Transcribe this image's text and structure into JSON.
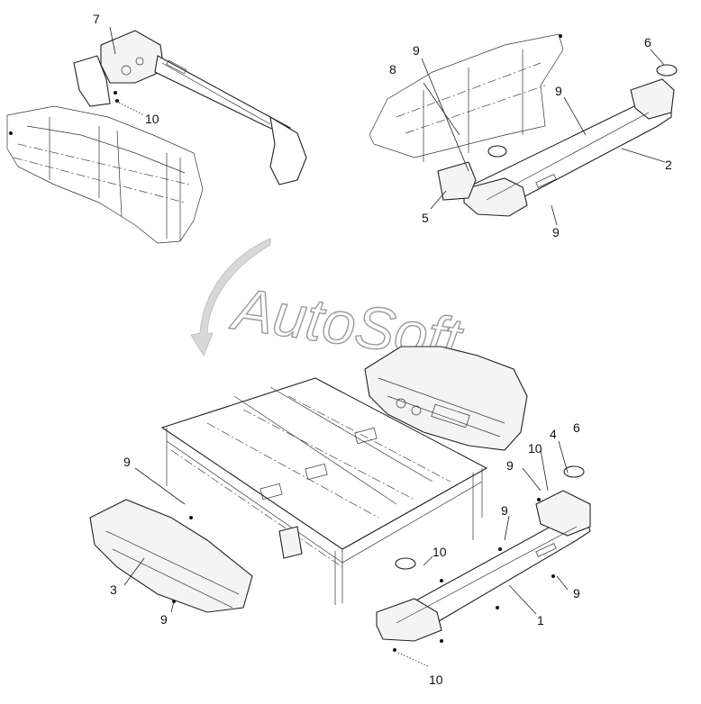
{
  "watermark": "AutoSoft",
  "callouts": {
    "c1": "1",
    "c2": "2",
    "c3": "3",
    "c4": "4",
    "c5": "5",
    "c6a": "6",
    "c6b": "6",
    "c7": "7",
    "c8": "8",
    "c9a": "9",
    "c9b": "9",
    "c9c": "9",
    "c9d": "9",
    "c9e": "9",
    "c9f": "9",
    "c9g": "9",
    "c9h": "9",
    "c10a": "10",
    "c10b": "10",
    "c10c": "10",
    "c10d": "10"
  }
}
